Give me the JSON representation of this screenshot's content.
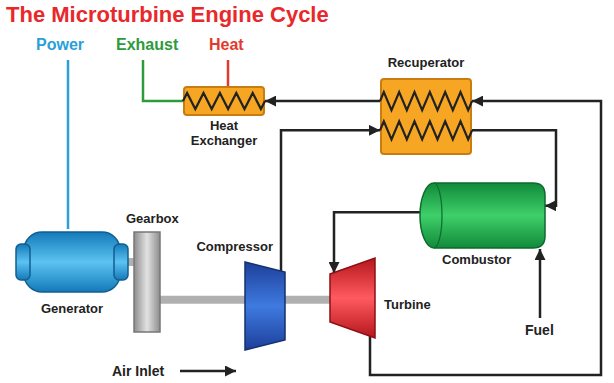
{
  "diagram": {
    "title": "The Microturbine Engine Cycle",
    "nodes": [
      {
        "text": [
          "Recuperator"
        ]
      },
      {
        "text": [
          "Heat Exchanger"
        ]
      },
      {
        "text": [
          "Gearbox"
        ]
      },
      {
        "text": [
          "Compressor"
        ]
      },
      {
        "text": [
          "Combustor"
        ]
      },
      {
        "text": [
          "Generator"
        ]
      },
      {
        "text": [
          "Turbine"
        ]
      }
    ],
    "edges": [
      {
        "from": 3,
        "to": 0,
        "arrow": "to"
      },
      {
        "from": 0,
        "to": 4,
        "arrow": "to"
      },
      {
        "from": 4,
        "to": 6,
        "arrow": "to"
      },
      {
        "from": 6,
        "to": 0,
        "arrow": "to"
      },
      {
        "from": 0,
        "to": 1,
        "arrow": "to"
      },
      {
        "from": 5,
        "to": 2,
        "arrow": "none"
      },
      {
        "from": 2,
        "to": 3,
        "arrow": "none"
      },
      {
        "from": 3,
        "to": 6,
        "arrow": "none"
      }
    ],
    "labels": [
      "Power",
      "Exhaust",
      "Heat",
      "Fuel",
      "Air Inlet"
    ]
  }
}
